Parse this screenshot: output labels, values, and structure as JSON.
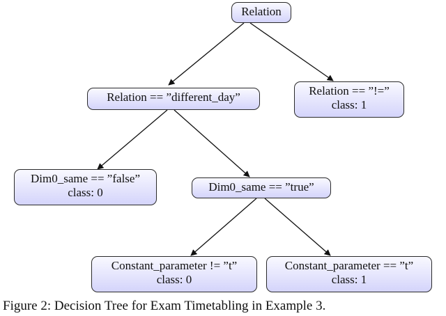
{
  "tree": {
    "root": {
      "label": "Relation"
    },
    "left": {
      "label": "Relation == ”different_day”"
    },
    "right_leaf": {
      "label": "Relation == ”!=”",
      "class_label": "class: 1"
    },
    "left_left_leaf": {
      "label": "Dim0_same == ”false”",
      "class_label": "class: 0"
    },
    "left_right": {
      "label": "Dim0_same == ”true”"
    },
    "lr_left_leaf": {
      "label": "Constant_parameter != ”t”",
      "class_label": "class: 0"
    },
    "lr_right_leaf": {
      "label": "Constant_parameter == ”t”",
      "class_label": "class: 1"
    }
  },
  "caption": "Figure 2: Decision Tree for Exam Timetabling in Example 3."
}
